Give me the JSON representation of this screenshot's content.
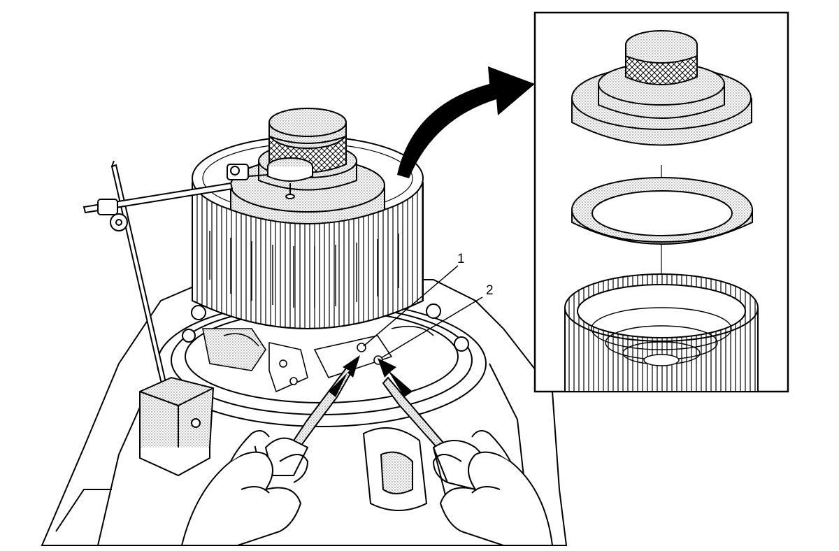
{
  "figure": {
    "callouts": [
      {
        "id": "1",
        "label": "1"
      },
      {
        "id": "2",
        "label": "2"
      }
    ],
    "colors": {
      "line": "#000000",
      "background": "#ffffff",
      "stipple": "#d9d9d9",
      "arrow": "#000000"
    },
    "icons": [
      "dial-indicator-icon",
      "magnetic-base-icon",
      "air-nozzle-icon",
      "curved-arrow-icon"
    ]
  }
}
